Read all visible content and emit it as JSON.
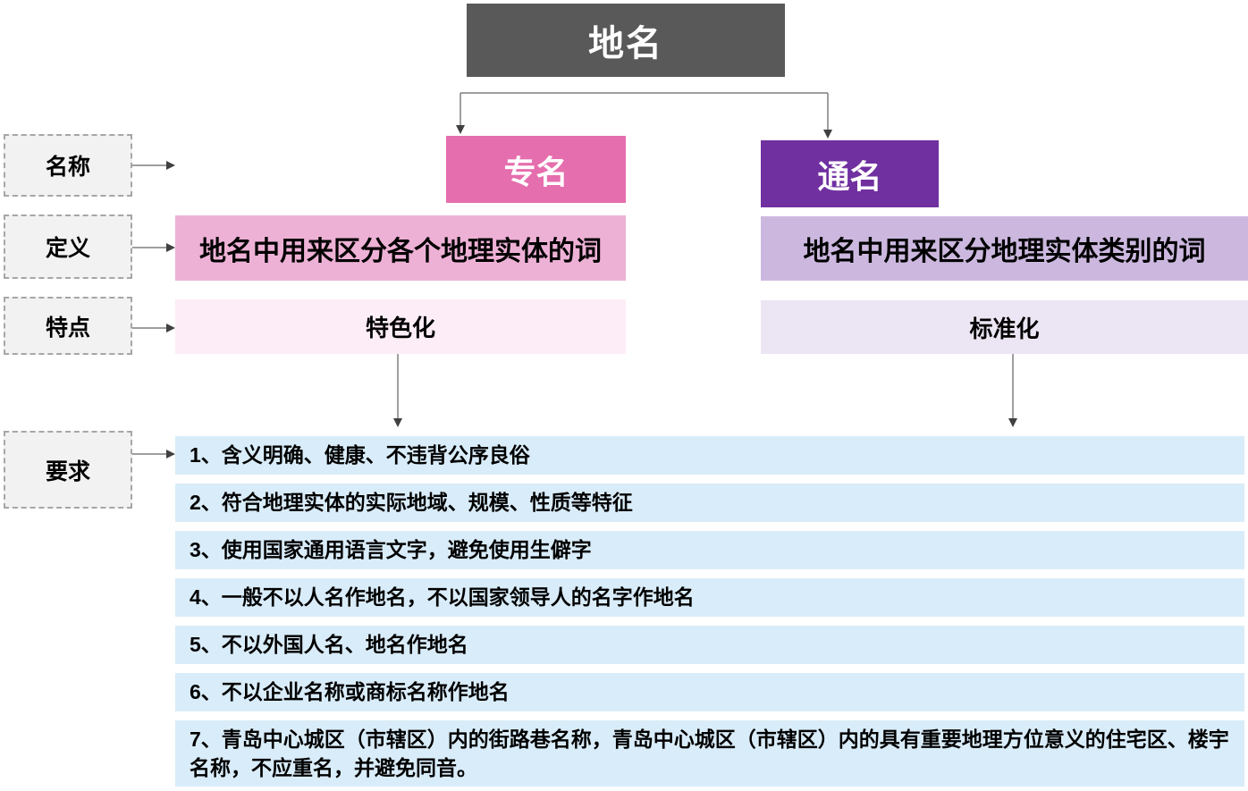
{
  "colors": {
    "root-bg": "#595959",
    "specific-bg": "#e56eae",
    "generic-bg": "#7030a0",
    "def-specific-bg": "#eeb1d6",
    "def-generic-bg": "#ccb8df",
    "trait-specific-bg": "#fdedf6",
    "trait-generic-bg": "#ece5f4",
    "req-bg": "#d9ecf9",
    "label-bg": "#f2f2f2",
    "line": "#7f7f7f"
  },
  "root": {
    "title": "地名"
  },
  "row_labels": {
    "name": "名称",
    "definition": "定义",
    "trait": "特点",
    "requirement": "要求"
  },
  "specific": {
    "label": "专名",
    "definition": "地名中用来区分各个地理实体的词",
    "trait": "特色化"
  },
  "generic": {
    "label": "通名",
    "definition": "地名中用来区分地理实体类别的词",
    "trait": "标准化"
  },
  "requirements": [
    "1、含义明确、健康、不违背公序良俗",
    "2、符合地理实体的实际地域、规模、性质等特征",
    "3、使用国家通用语言文字，避免使用生僻字",
    "4、一般不以人名作地名，不以国家领导人的名字作地名",
    "5、不以外国人名、地名作地名",
    "6、不以企业名称或商标名称作地名",
    "7、青岛中心城区（市辖区）内的街路巷名称，青岛中心城区（市辖区）内的具有重要地理方位意义的住宅区、楼宇名称，不应重名，并避免同音。"
  ]
}
